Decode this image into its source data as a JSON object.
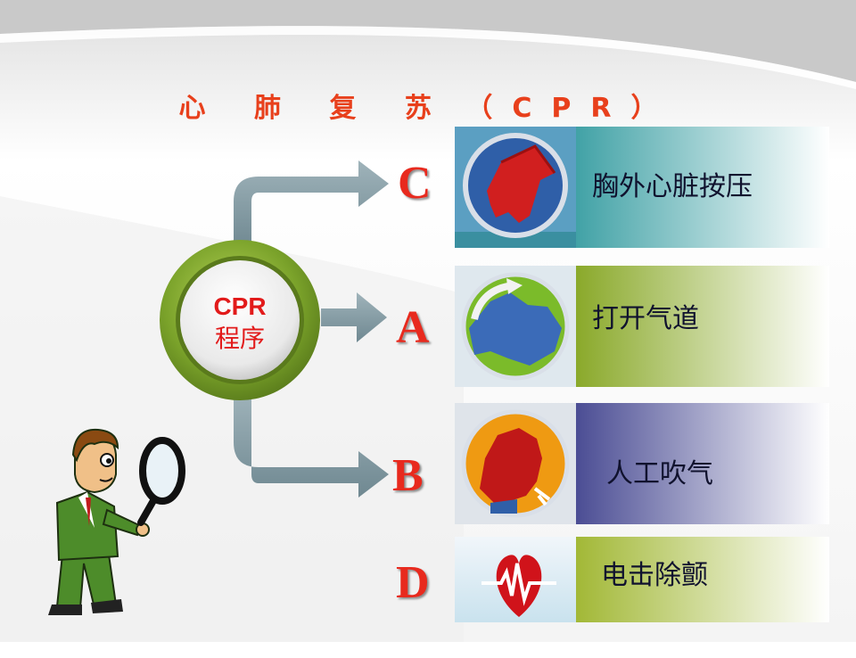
{
  "title": {
    "part1": "心 肺 复 苏",
    "part2": "（CPR）"
  },
  "hub": {
    "line1": "CPR",
    "line2": "程序"
  },
  "steps": [
    {
      "letter": "C",
      "label": "胸外心脏按压",
      "icon": "chest-compression-icon",
      "band_color": "#4aa3a6"
    },
    {
      "letter": "A",
      "label": "打开气道",
      "icon": "open-airway-icon",
      "band_color": "#8fae2e"
    },
    {
      "letter": "B",
      "label": "人工吹气",
      "icon": "rescue-breathing-icon",
      "band_color": "#4b4d94"
    },
    {
      "letter": "D",
      "label": "电击除颤",
      "icon": "defibrillation-heart-icon",
      "band_color": "#a6bb3c"
    }
  ],
  "colors": {
    "title": "#e8401c",
    "letter": "#e82a1e",
    "hub_ring": "#7aa22a",
    "arrow": "#7e9aa4"
  },
  "illustration": "man-with-magnifying-glass-icon"
}
